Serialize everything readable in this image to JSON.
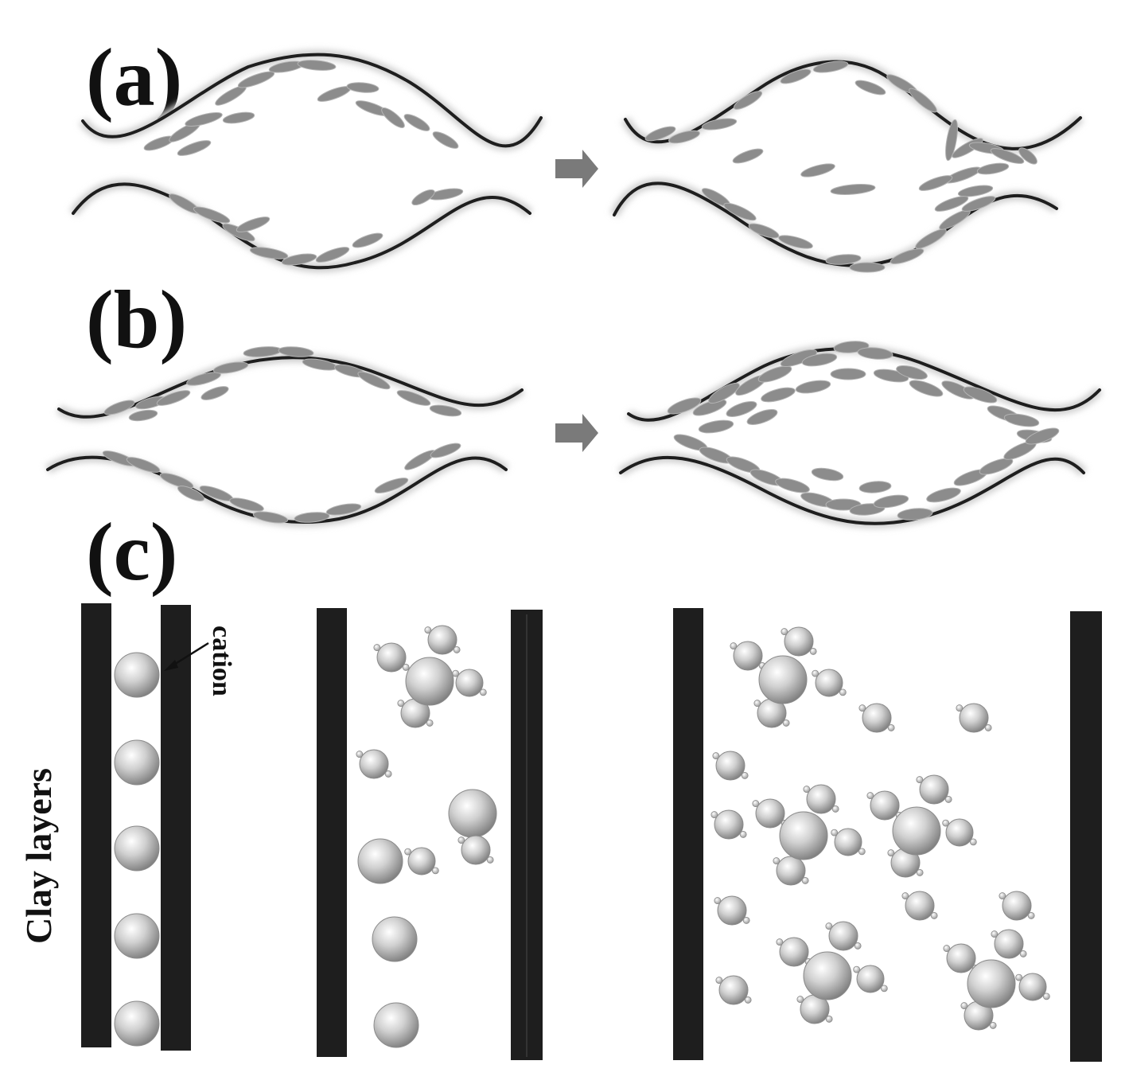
{
  "panels": {
    "a": {
      "label": "(a)"
    },
    "b": {
      "label": "(b)"
    },
    "c": {
      "label": "(c)"
    }
  },
  "annotations": {
    "side_label": "Clay layers",
    "cation_label": "cation"
  },
  "colors": {
    "layer": "#1e1e1e",
    "platelet": "#8c8c8c",
    "arrow": "#7a7a7a",
    "sphere": "#bdbdbd"
  }
}
